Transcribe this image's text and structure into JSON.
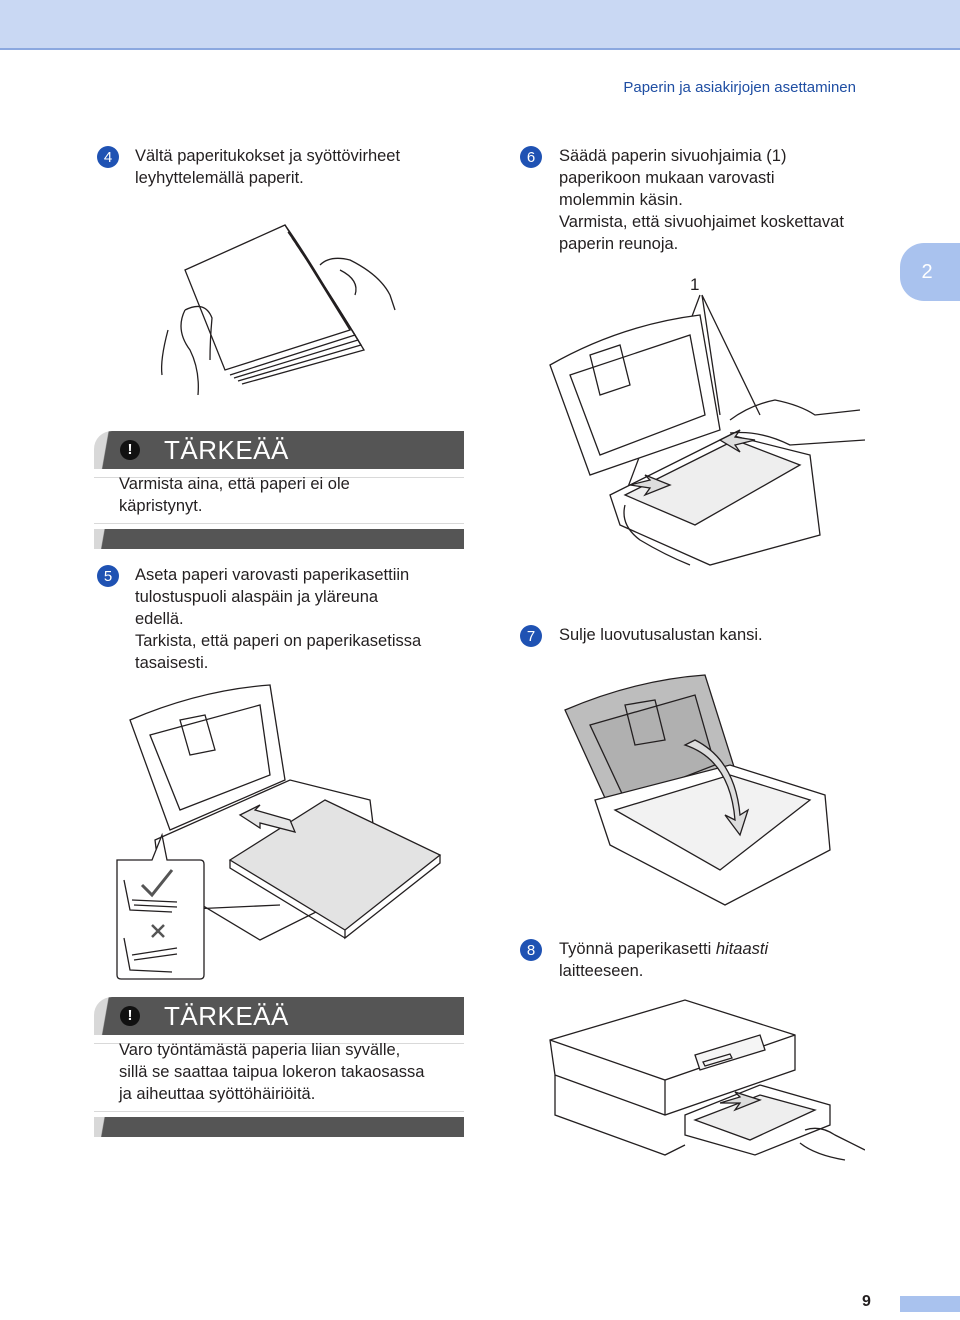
{
  "header": {
    "title": "Paperin ja asiakirjojen asettaminen"
  },
  "chapter_tab": "2",
  "steps": [
    {
      "number": "4",
      "text": "Vältä paperitukokset ja syöttövirheet\nleyhyttelemällä paperit."
    },
    {
      "number": "5",
      "text": "Aseta paperi varovasti paperikasettiin\ntulostuspuoli alaspäin ja yläreuna\nedellä.\nTarkista, että paperi on paperikasetissa\ntasaisesti."
    },
    {
      "number": "6",
      "text": "Säädä paperin sivuohjaimia (1)\npaperikoon mukaan varovasti\nmolemmin käsin.\nVarmista, että sivuohjaimet koskettavat\npaperin reunoja."
    },
    {
      "number": "7",
      "text": "Sulje luovutusalustan kansi."
    },
    {
      "number": "8",
      "text_before": "Työnnä paperikasetti ",
      "text_emphasis": "hitaasti",
      "text_after": "\nlaitteeseen."
    }
  ],
  "notices": [
    {
      "icon": "exclamation-icon",
      "title": "TÄRKEÄÄ",
      "body": "Varmista aina, että paperi ei ole\nkäpristynyt."
    },
    {
      "icon": "exclamation-icon",
      "title": "TÄRKEÄÄ",
      "body": "Varo työntämästä paperia liian syvälle,\nsillä se saattaa taipua lokeron takaosassa\nja aiheuttaa syöttöhäiriöitä."
    }
  ],
  "callout_label": "1",
  "page_number": "9",
  "colors": {
    "accent_blue": "#1f52b3",
    "header_blue": "#c9d8f3",
    "tab_blue": "#a9c2ee",
    "notice_gray": "#555555"
  }
}
